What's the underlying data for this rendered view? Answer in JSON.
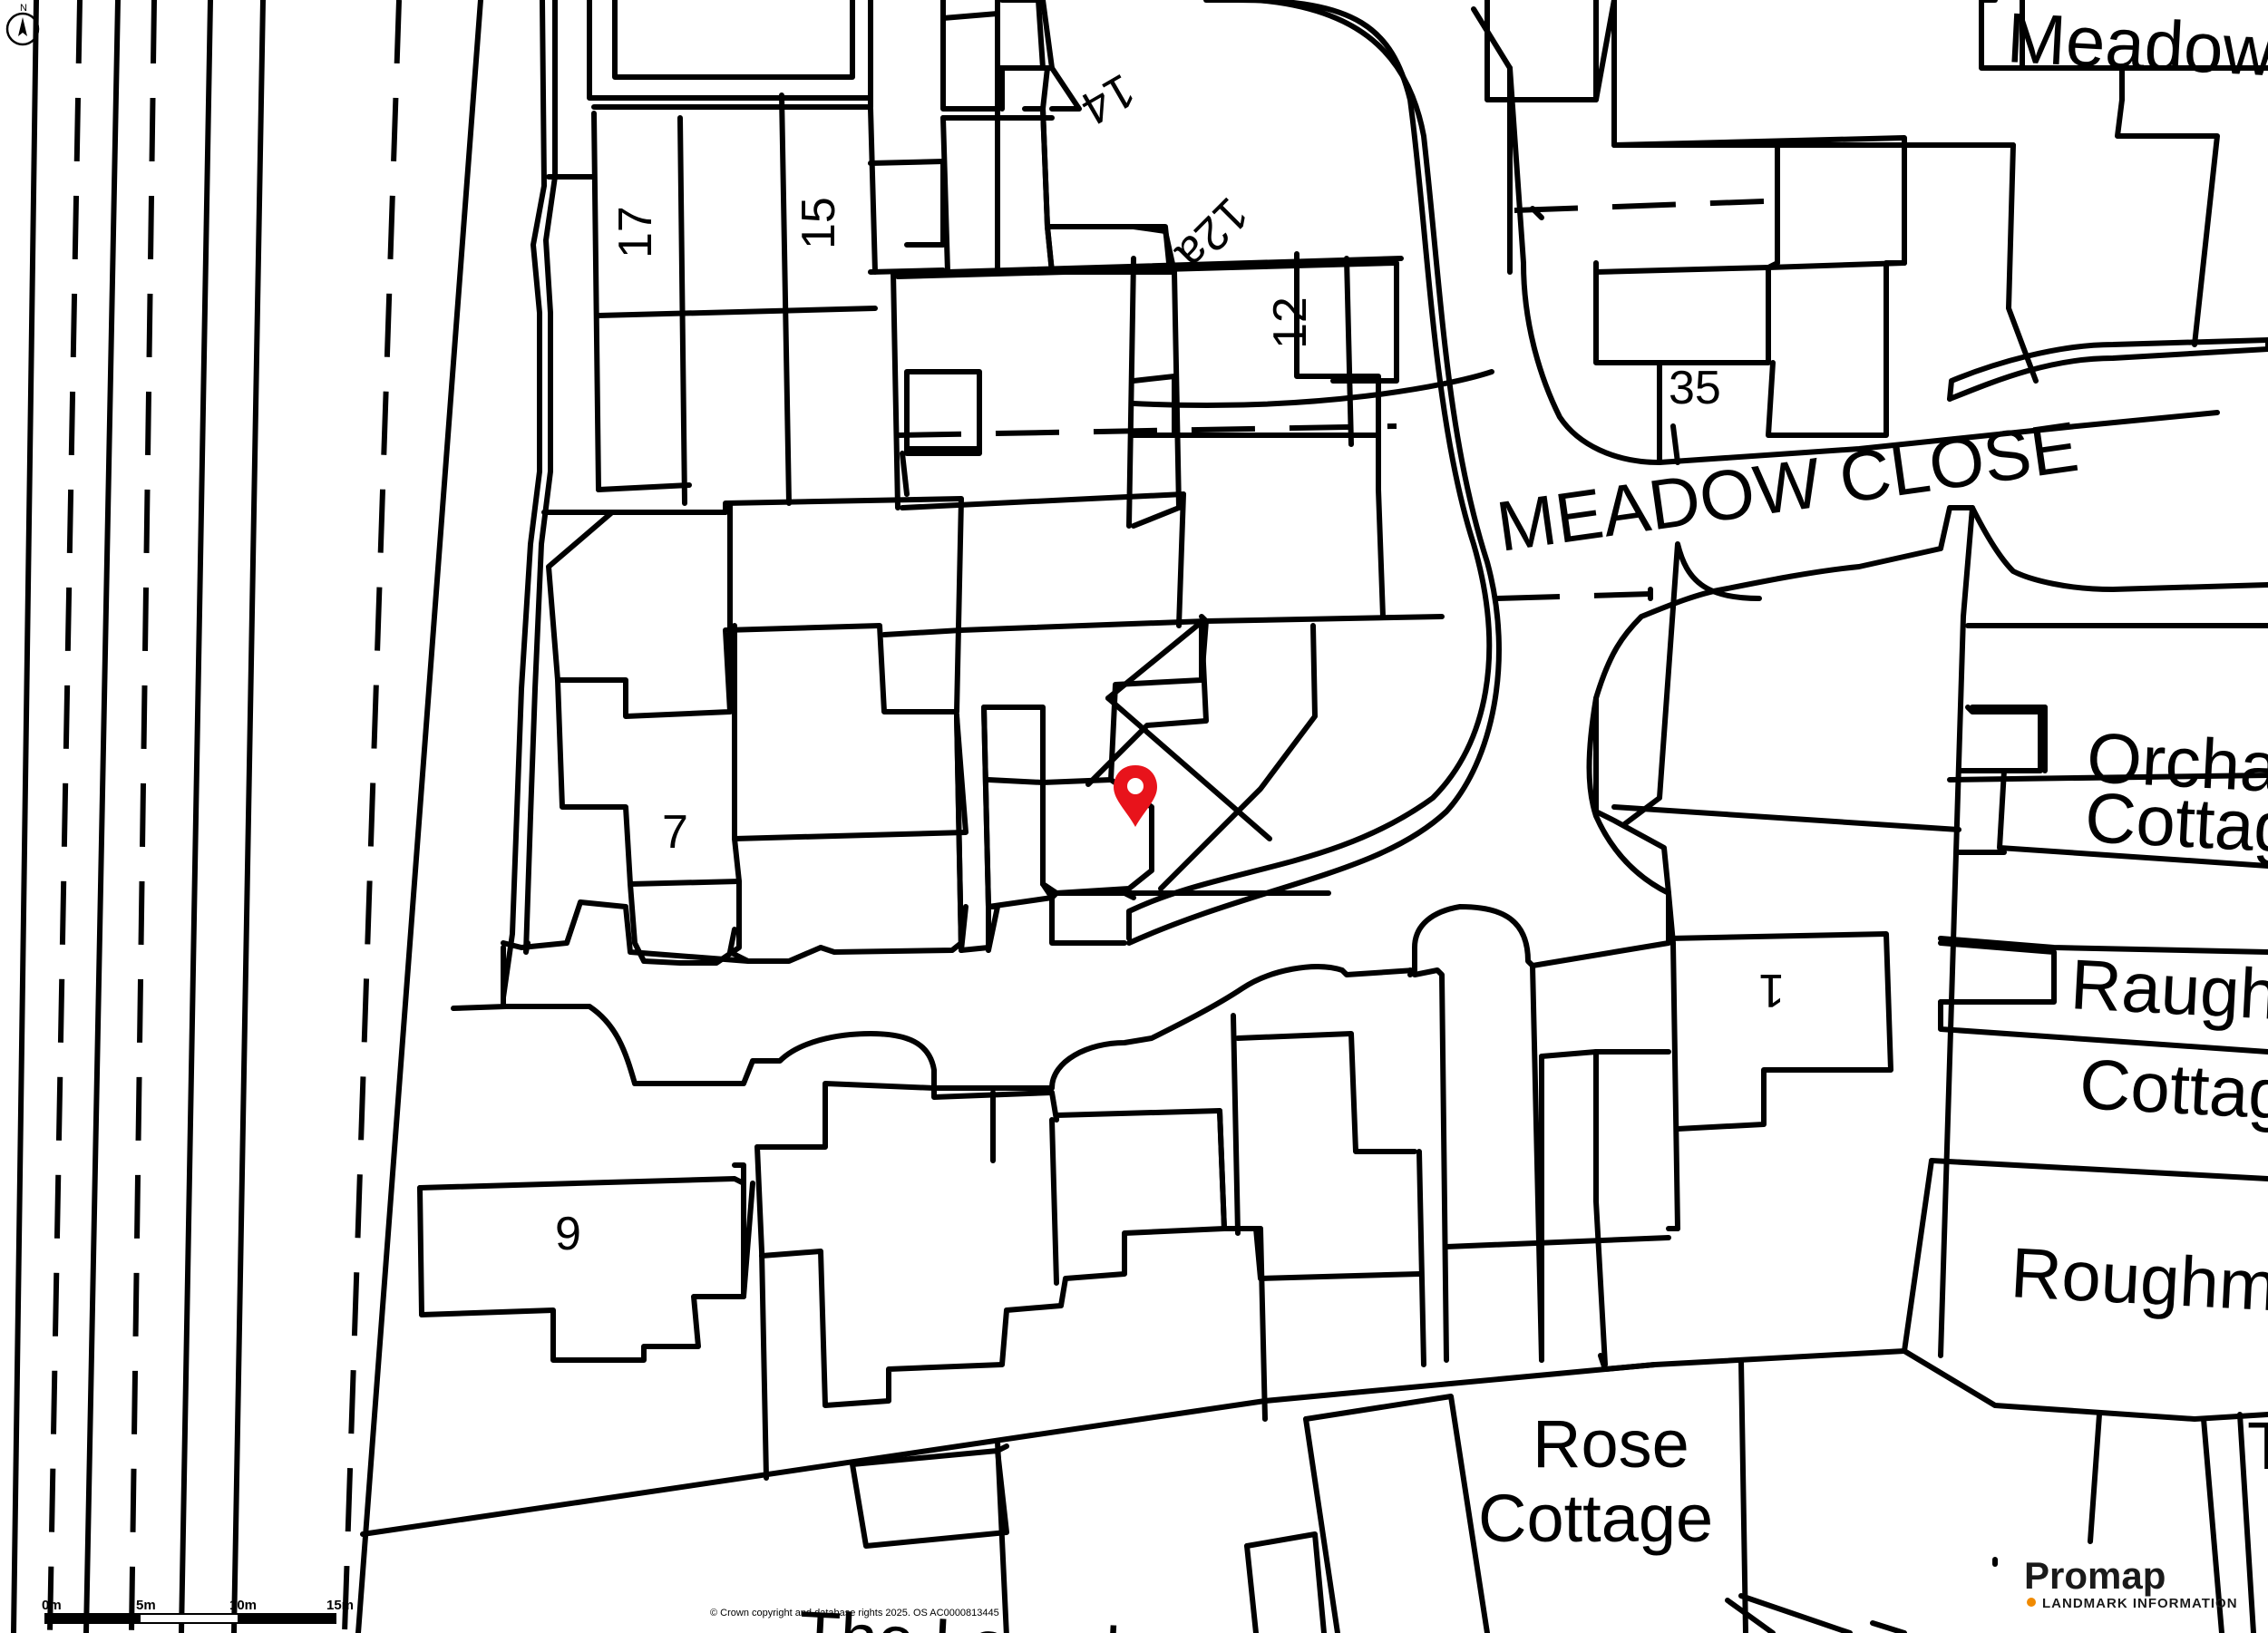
{
  "labels": {
    "meadow_close": "MEADOW CLOSE",
    "meadow_top": "Meadow",
    "orchard_1": "Orcha",
    "orchard_2": "Cottag",
    "raugh_1": "Raugh",
    "raugh_2": "Cottag",
    "roughm": "Roughm",
    "rose_1": "Rose",
    "rose_2": "Cottage",
    "laurels": "The Laurels",
    "t_edge": "T"
  },
  "house_numbers": {
    "n17": "17",
    "n15": "15",
    "n14": "14",
    "n12a": "12a",
    "n12": "12",
    "n35": "35",
    "n7": "7",
    "n9": "9",
    "n1": "1"
  },
  "marker": {
    "color": "#e8131b",
    "icon": "map-pin-icon"
  },
  "north": {
    "letter": "N",
    "icon": "north-arrow-icon"
  },
  "scale_bar": {
    "ticks": [
      "0m",
      "5m",
      "10m",
      "15m"
    ]
  },
  "copyright": "© Crown copyright and database rights 2025. OS AC0000813445",
  "logo": {
    "name": "Promap",
    "tagline": "LANDMARK INFORMATION",
    "accent": "#f08a00"
  }
}
